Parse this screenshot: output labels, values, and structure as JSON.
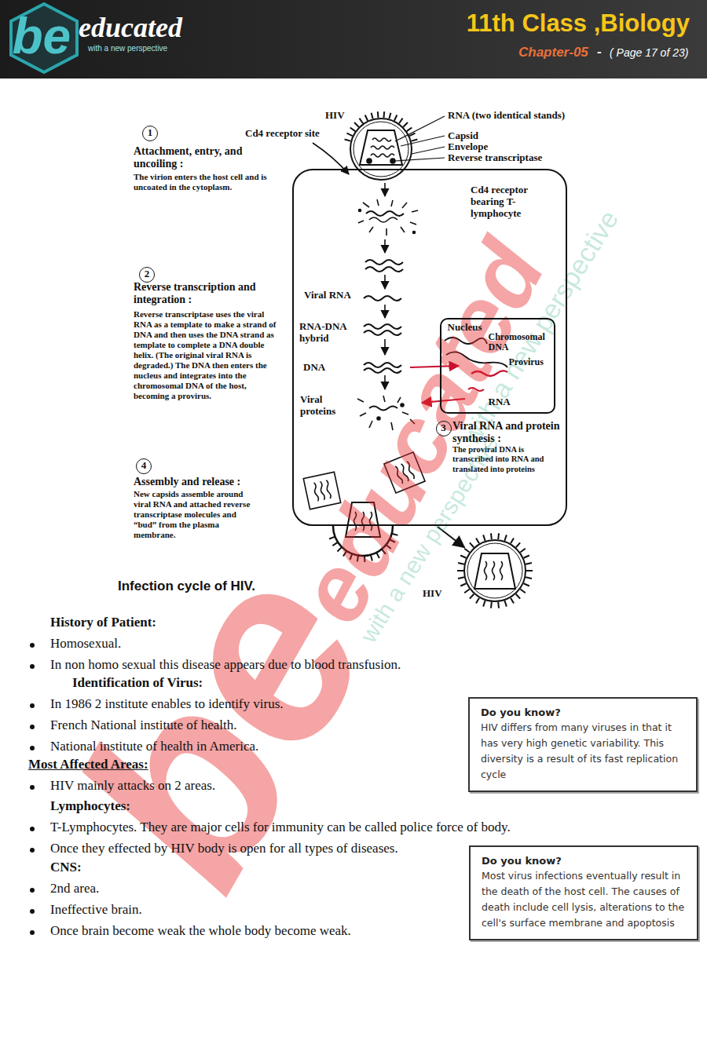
{
  "diagram": {
    "caption": "Infection cycle of HIV.",
    "nodes": [
      {
        "text": [
          "educated",
          "with a new perspective",
          "11th Class ,Biology",
          "Chapter-05",
          "-",
          "( Page 17 of 23)"
        ]
      },
      {
        "text": [
          "be"
        ],
        "in": 0
      },
      {
        "text": [
          "HIV"
        ]
      },
      {
        "text": [
          "1"
        ]
      },
      {
        "text": [
          "Cd4 receptor bearing T-lymphocyte"
        ]
      },
      {
        "text": [
          "2"
        ]
      },
      {
        "text": [
          "Nucleus",
          "Chromosomal DNA",
          "Provirus",
          "RNA"
        ],
        "in": 4
      },
      {
        "text": [
          "3"
        ],
        "in": 4
      },
      {
        "text": [
          "4"
        ]
      },
      {
        "text": [
          "HIV"
        ]
      },
      {
        "text": [
          "Do you know?",
          "HIV differs from many viruses in that it has very high genetic variability. This diversity is a result of its fast replication cycle"
        ]
      },
      {
        "text": [
          "Do you know?",
          "Most virus infections eventually result in the death of the host cell. The causes of death include cell lysis, alterations to the cell's surface membrane and apoptosis"
        ]
      }
    ],
    "edges": [
      {
        "from": 4,
        "to": 9,
        "arrow": "to"
      }
    ],
    "labels": [
      "be",
      "educated",
      "with a new perspective",
      "with a new perspective",
      "Cd4 receptor site",
      "RNA (two identical stands)",
      "Capsid",
      "Envelope",
      "Reverse transcriptase",
      "Attachment, entry, and uncoiling :",
      "The virion enters the host cell and is uncoated in the cytoplasm.",
      "Reverse transcription and integration :",
      "Reverse transcriptase uses the viral RNA as a template to make a strand of DNA and then uses the DNA strand as template to complete a DNA double helix. (The original viral RNA is degraded.) The DNA then enters the nucleus and integrates into the chromosomal DNA of the host, becoming a provirus.",
      "Viral RNA",
      "RNA-DNA hybrid",
      "DNA",
      "Viral proteins",
      "Viral RNA and protein synthesis :",
      "The proviral DNA is transcribed into RNA and translated into proteins",
      "Assembly and release :",
      "New capsids assemble around viral RNA and attached reverse transcriptase molecules and “bud” from the plasma membrane.",
      "History of Patient:",
      "Homosexual.",
      "In non homo sexual this disease appears due to blood transfusion.",
      "Identification of Virus:",
      "In 1986 2 institute enables to identify virus.",
      "French National institute of health.",
      "National institute of health in America.",
      "Most Affected Areas:",
      "HIV mainly attacks on 2 areas.",
      "Lymphocytes:",
      "T-Lymphocytes. They are major cells for immunity can be called police force of body.",
      "Once they effected by HIV body is open for all types of diseases.",
      "CNS:",
      "2nd area.",
      "Ineffective brain.",
      "Once brain become weak the whole body become weak."
    ]
  }
}
